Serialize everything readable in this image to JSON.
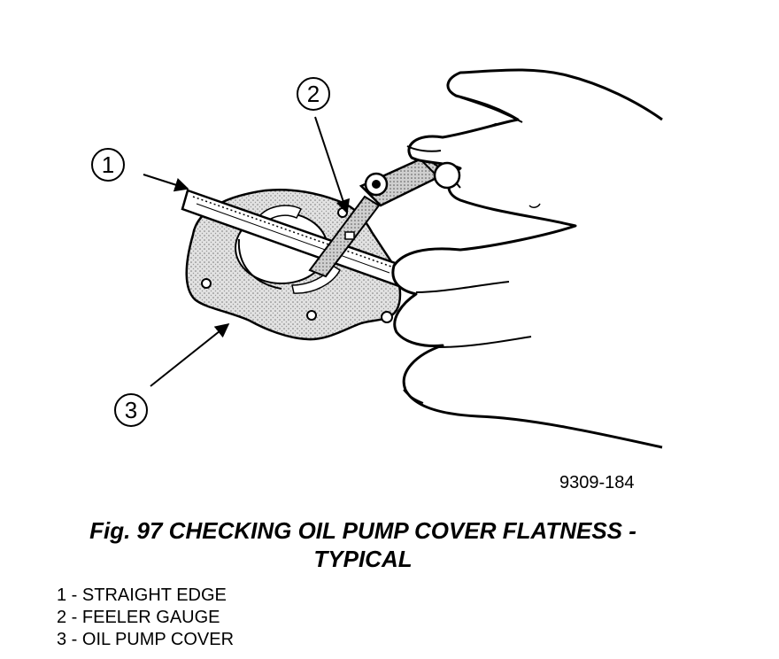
{
  "figure": {
    "id": "9309-184",
    "caption_line1": "Fig. 97 CHECKING OIL PUMP COVER FLATNESS -",
    "caption_line2": "TYPICAL"
  },
  "callouts": [
    "1",
    "2",
    "3"
  ],
  "legend": [
    "1 - STRAIGHT EDGE",
    "2 - FEELER GAUGE",
    "3 - OIL PUMP COVER"
  ]
}
